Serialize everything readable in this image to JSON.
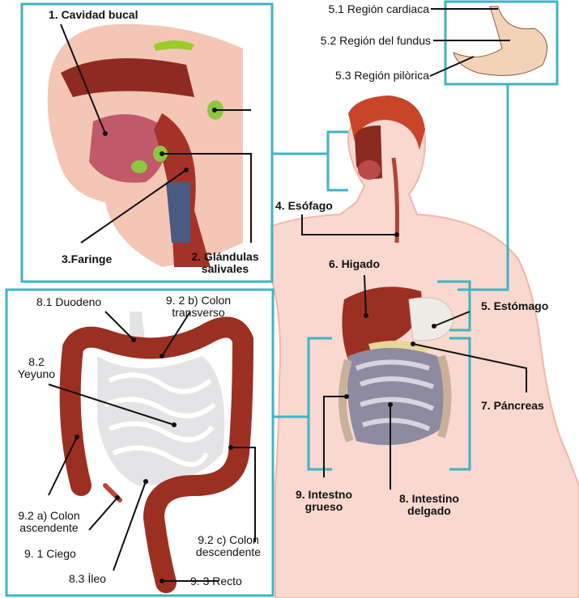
{
  "colors": {
    "frame": "#3db4c4",
    "organ": "#9b2f22",
    "skin": "#f3b9aa",
    "hair": "#c8452a",
    "small_intestine": "#e4e4e6",
    "line": "#111111"
  },
  "head_panel": {
    "cavity": "1. Cavidad bucal",
    "pharynx": "3.Faringe",
    "glands_1": "2. Glándulas",
    "glands_2": "salivales"
  },
  "stomach_panel": {
    "cardiac": "5.1 Región cardiaca",
    "fundus": "5.2 Región del fundus",
    "pyloric": "5.3 Región pilòrica"
  },
  "body": {
    "esophagus": "4. Esófago",
    "liver": "6. Higado",
    "stomach": "5. Estómago",
    "pancreas": "7. Páncreas",
    "large_int_1": "9. Intestno",
    "large_int_2": "grueso",
    "small_int_1": "8. Intestino",
    "small_int_2": "delgado"
  },
  "intestine_panel": {
    "duodenum": "8.1 Duodeno",
    "transverse_1": "9. 2 b) Colon",
    "transverse_2": "transverso",
    "jejunum_1": "8.2",
    "jejunum_2": "Yeyuno",
    "ascending_1": "9.2 a) Colon",
    "ascending_2": "ascendente",
    "cecum": "9. 1 Ciego",
    "ileum": "8.3 Íleo",
    "descending_1": "9.2 c) Colon",
    "descending_2": "descendente",
    "rectum": "9. 3 Recto"
  }
}
